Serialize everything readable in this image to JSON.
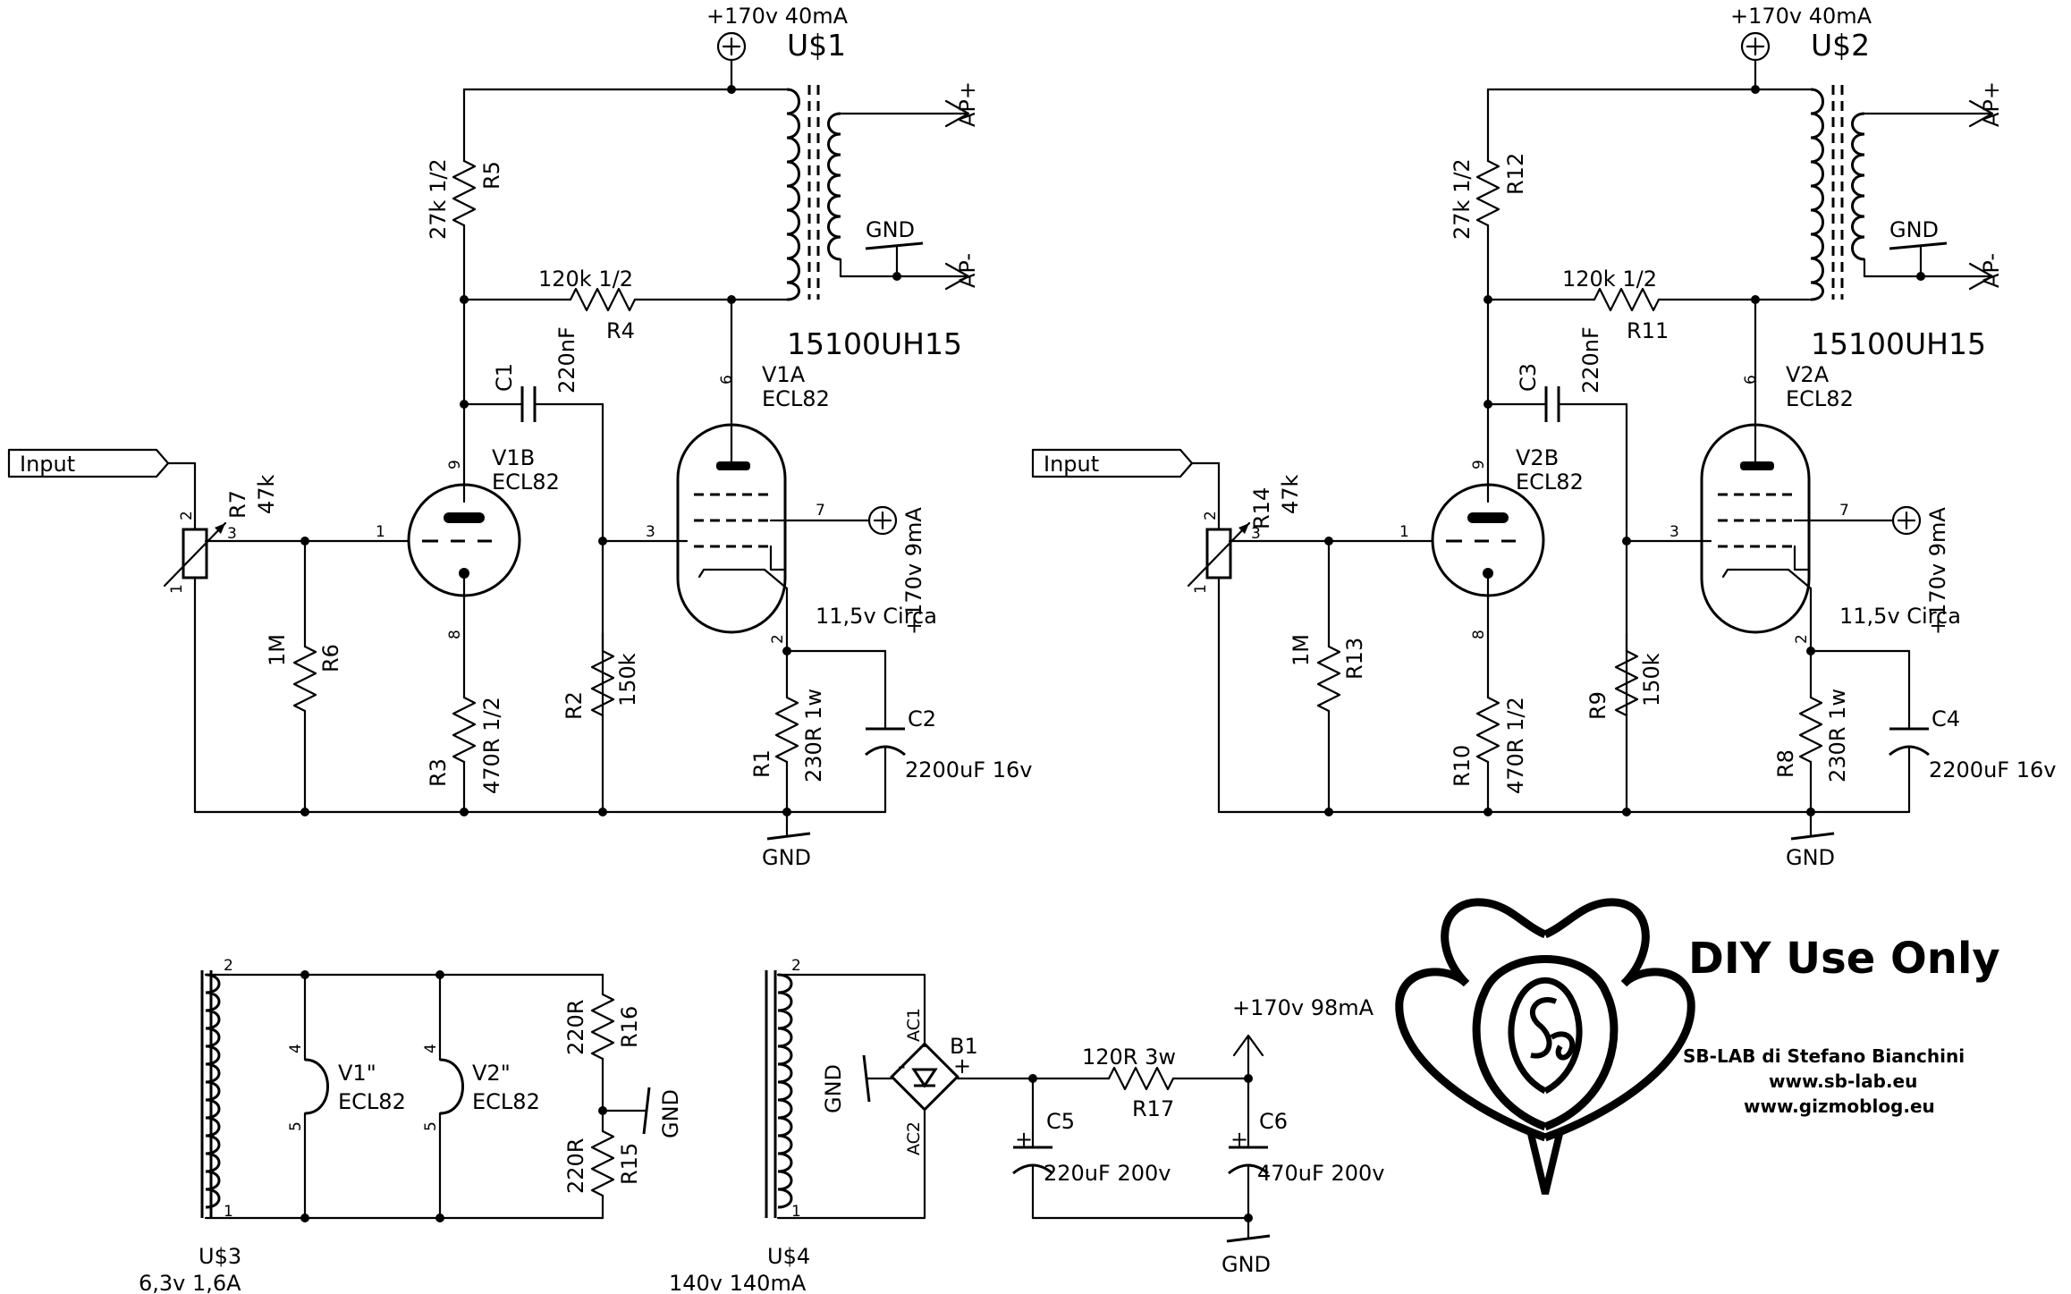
{
  "channels": [
    {
      "id": "ch1",
      "supply": "+170v 40mA",
      "unit": "U$1",
      "transformer": "15100UH15",
      "ap_plus": "AP+",
      "ap_minus": "AP-",
      "gnd_sec": "GND",
      "r_plate": {
        "name": "R5",
        "value": "27k 1/2"
      },
      "r_fb": {
        "name": "R4",
        "value": "120k 1/2"
      },
      "c_couple": {
        "name": "C1",
        "value": "220nF"
      },
      "input": "Input",
      "pot": {
        "name": "R7",
        "value": "47k"
      },
      "r_grid": {
        "name": "R6",
        "value": "1M"
      },
      "triode": {
        "name": "V1B",
        "type": "ECL82"
      },
      "r_cath1": {
        "name": "R3",
        "value": "470R 1/2"
      },
      "r_grid2": {
        "name": "R2",
        "value": "150k"
      },
      "pentode": {
        "name": "V1A",
        "type": "ECL82"
      },
      "g2_supply": "+170v 9mA",
      "cathode_v": "11,5v Circa",
      "r_cath2": {
        "name": "R1",
        "value": "230R 1w"
      },
      "c_cath": {
        "name": "C2",
        "value": "2200uF 16v"
      },
      "gnd": "GND"
    },
    {
      "id": "ch2",
      "supply": "+170v 40mA",
      "unit": "U$2",
      "transformer": "15100UH15",
      "ap_plus": "AP+",
      "ap_minus": "AP-",
      "gnd_sec": "GND",
      "r_plate": {
        "name": "R12",
        "value": "27k 1/2"
      },
      "r_fb": {
        "name": "R11",
        "value": "120k 1/2"
      },
      "c_couple": {
        "name": "C3",
        "value": "220nF"
      },
      "input": "Input",
      "pot": {
        "name": "R14",
        "value": "47k"
      },
      "r_grid": {
        "name": "R13",
        "value": "1M"
      },
      "triode": {
        "name": "V2B",
        "type": "ECL82"
      },
      "r_cath1": {
        "name": "R10",
        "value": "470R 1/2"
      },
      "r_grid2": {
        "name": "R9",
        "value": "150k"
      },
      "pentode": {
        "name": "V2A",
        "type": "ECL82"
      },
      "g2_supply": "+170v 9mA",
      "cathode_v": "11,5v Circa",
      "r_cath2": {
        "name": "R8",
        "value": "230R 1w"
      },
      "c_cath": {
        "name": "C4",
        "value": "2200uF 16v"
      },
      "gnd": "GND"
    }
  ],
  "pin_numbers": {
    "p1": "1",
    "p2": "2",
    "p3": "3",
    "p4": "4",
    "p5": "5",
    "p6": "6",
    "p7": "7",
    "p8": "8",
    "p9": "9"
  },
  "heater": {
    "unit": "U$3",
    "rating": "6,3v 1,6A",
    "fil1": {
      "name": "V1\"",
      "type": "ECL82"
    },
    "fil2": {
      "name": "V2\"",
      "type": "ECL82"
    },
    "r16": {
      "name": "R16",
      "value": "220R"
    },
    "r15": {
      "name": "R15",
      "value": "220R"
    },
    "gnd": "GND"
  },
  "psu": {
    "unit": "U$4",
    "rating": "140v 140mA",
    "bridge": "B1",
    "ac1": "AC1",
    "ac2": "AC2",
    "minus": "-",
    "plus": "+",
    "gnd_left": "GND",
    "r17": {
      "name": "R17",
      "value": "120R 3w"
    },
    "c5": {
      "name": "C5",
      "value": "220uF 200v"
    },
    "c6": {
      "name": "C6",
      "value": "470uF 200v"
    },
    "out": "+170v 98mA",
    "gnd": "GND"
  },
  "branding": {
    "notice": "DIY Use Only",
    "author": "SB-LAB di Stefano Bianchini",
    "site1": "www.sb-lab.eu",
    "site2": "www.gizmoblog.eu"
  }
}
